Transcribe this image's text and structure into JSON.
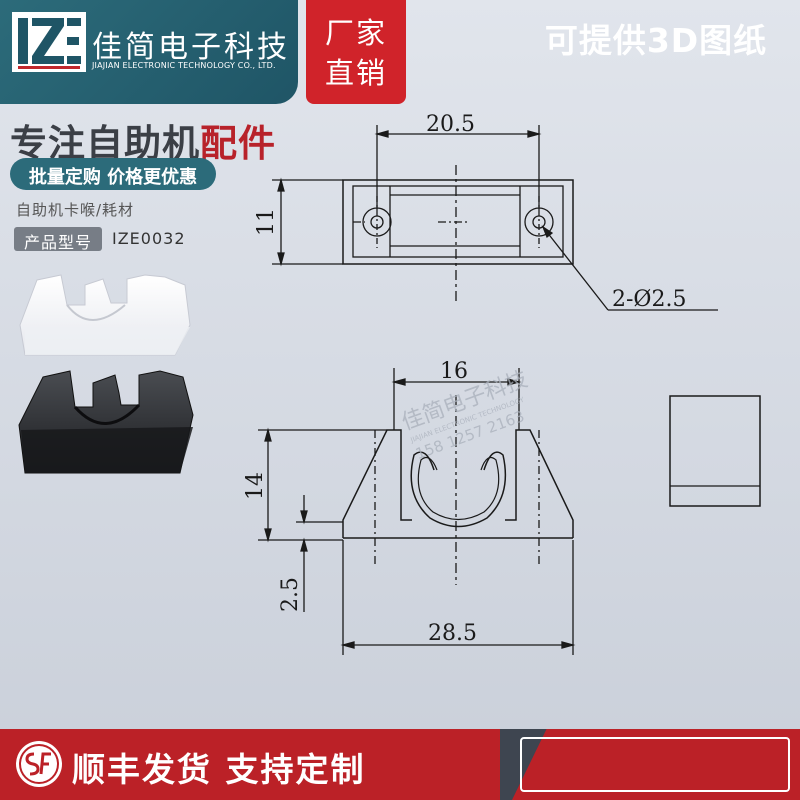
{
  "header": {
    "logo_icon": "ize-logo-icon",
    "company_name": "佳简电子科技",
    "company_name_en": "JIAJIAN ELECTRONIC TECHNOLOGY CO., LTD.",
    "badge_line1": "厂家",
    "badge_line2": "直销"
  },
  "intro": {
    "slogan_main": "专注自助机",
    "slogan_accent": "配件",
    "pill_text": "批量定购 价格更优惠",
    "category": "自助机卡喉/耗材",
    "model_label": "产品型号",
    "model_value": "IZE0032"
  },
  "drawing": {
    "dim_width_top": "20.5",
    "dim_height_top": "11",
    "dim_holes": "2-Ø2.5",
    "dim_inner": "16",
    "dim_height_front": "14",
    "dim_base": "2.5",
    "dim_width_bottom": "28.5"
  },
  "watermark": {
    "line1": "佳简电子科技",
    "line2": "JIAJIAN ELECTRONIC TECHNOLOGY",
    "line3": "158 1257 2163"
  },
  "footer": {
    "left_text": "顺丰发货 支持定制",
    "right_text": "可提供3D图纸",
    "sf_icon": "sf-express-logo-icon"
  },
  "colors": {
    "brand_teal": "#2c6b7a",
    "accent_red": "#bb2127",
    "drawing_line": "#1a1a1a"
  }
}
